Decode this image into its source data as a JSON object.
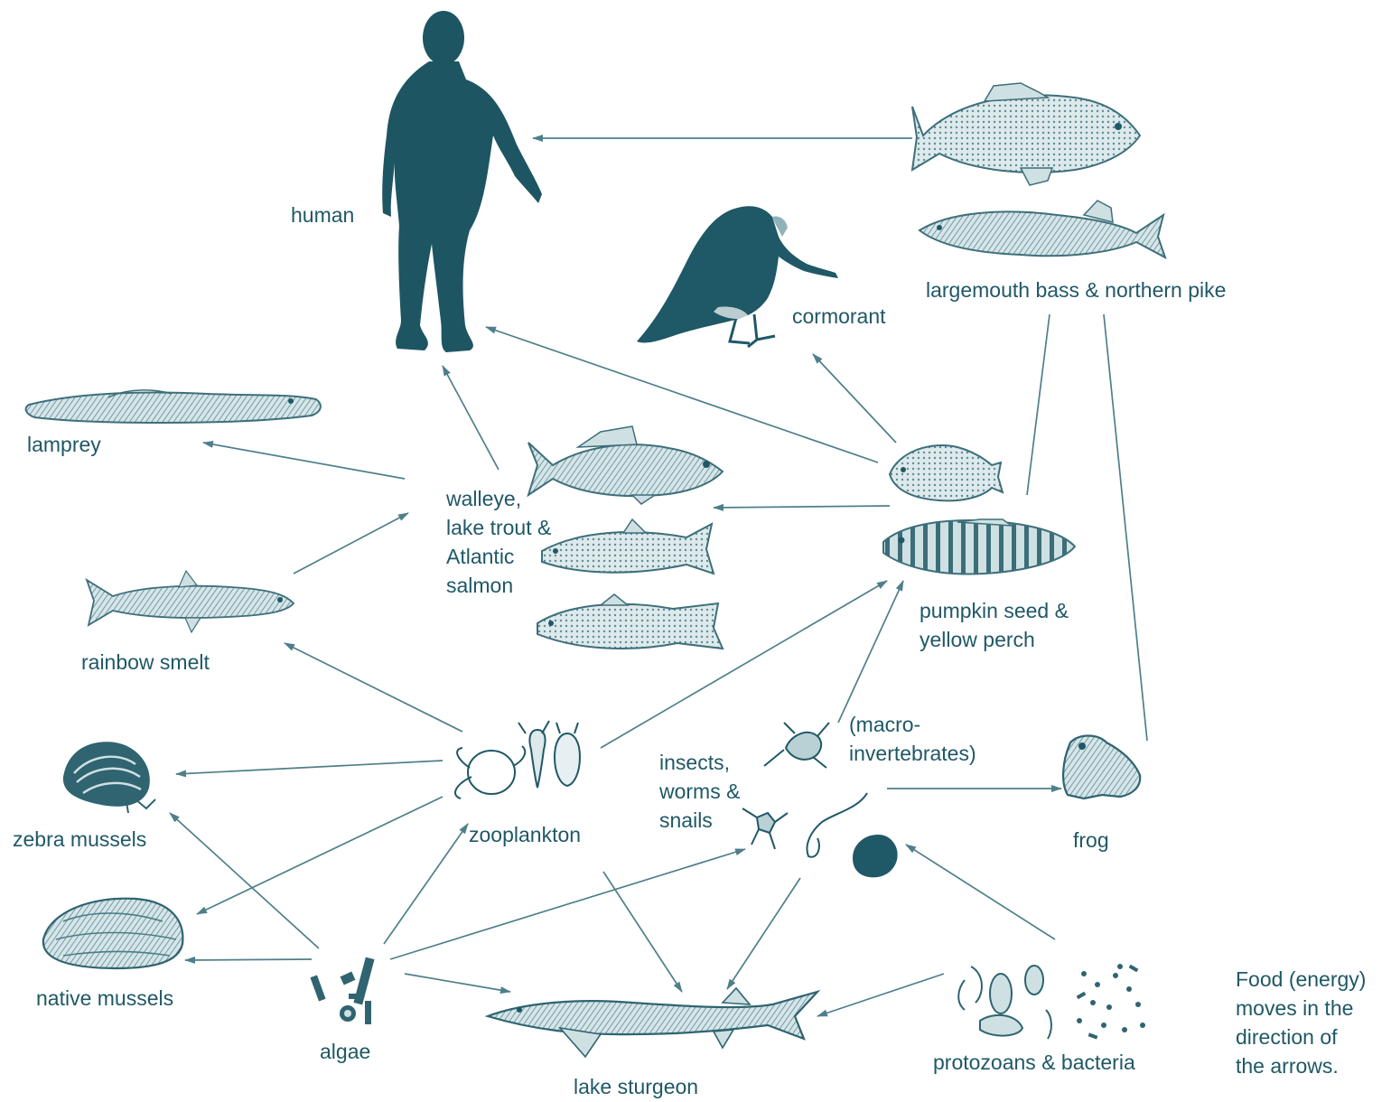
{
  "colors": {
    "ink": "#1f5866",
    "silhouette": "#1d5563",
    "arrow": "#4e7f8a",
    "fish_fill": "#c9dcdf",
    "fish_stroke": "#3d6f7a"
  },
  "labels": {
    "human": "human",
    "cormorant": "cormorant",
    "bass_pike": "largemouth bass & northern pike",
    "lamprey": "lamprey",
    "walleye": [
      "walleye,",
      "lake trout &",
      "Atlantic",
      "salmon"
    ],
    "smelt": "rainbow smelt",
    "pumpkinseed": [
      "pumpkin seed &",
      "yellow perch"
    ],
    "zebra": "zebra mussels",
    "zooplankton": "zooplankton",
    "insects": [
      "insects,",
      "worms &",
      "snails"
    ],
    "macro": [
      "(macro-",
      "invertebrates)"
    ],
    "frog": "frog",
    "native": "native mussels",
    "algae": "algae",
    "sturgeon": "lake sturgeon",
    "protozoa": "protozoans & bacteria",
    "note": [
      "Food (energy)",
      "moves in the",
      "direction of",
      "the arrows."
    ]
  },
  "icons": {
    "human": "human-silhouette-icon",
    "cormorant": "cormorant-bird-icon",
    "bass": "largemouth-bass-fish-icon",
    "pike": "northern-pike-fish-icon",
    "lamprey": "lamprey-icon",
    "walleye": "walleye-fish-icon",
    "trout": "lake-trout-fish-icon",
    "salmon": "atlantic-salmon-fish-icon",
    "smelt": "rainbow-smelt-fish-icon",
    "pumpkinseed": "pumpkinseed-fish-icon",
    "perch": "yellow-perch-fish-icon",
    "zebra": "zebra-mussel-icon",
    "zooplankton": "zooplankton-icon",
    "insects": "insect-worm-snail-icon",
    "frog": "frog-icon",
    "native": "native-mussel-icon",
    "algae": "algae-icon",
    "sturgeon": "lake-sturgeon-fish-icon",
    "protozoa": "protozoa-bacteria-icon"
  },
  "edges": [
    {
      "from": "largemouth bass & northern pike",
      "to": "human"
    },
    {
      "from": "walleye, lake trout & Atlantic salmon",
      "to": "human"
    },
    {
      "from": "pumpkin seed & yellow perch",
      "to": "human"
    },
    {
      "from": "pumpkin seed & yellow perch",
      "to": "cormorant"
    },
    {
      "from": "pumpkin seed & yellow perch",
      "to": "largemouth bass & northern pike"
    },
    {
      "from": "pumpkin seed & yellow perch",
      "to": "walleye, lake trout & Atlantic salmon"
    },
    {
      "from": "frog",
      "to": "largemouth bass & northern pike"
    },
    {
      "from": "walleye, lake trout & Atlantic salmon",
      "to": "lamprey"
    },
    {
      "from": "rainbow smelt",
      "to": "walleye, lake trout & Atlantic salmon"
    },
    {
      "from": "zooplankton",
      "to": "rainbow smelt"
    },
    {
      "from": "zooplankton",
      "to": "zebra mussels"
    },
    {
      "from": "zooplankton",
      "to": "native mussels"
    },
    {
      "from": "zooplankton",
      "to": "pumpkin seed & yellow perch"
    },
    {
      "from": "zooplankton",
      "to": "lake sturgeon"
    },
    {
      "from": "algae",
      "to": "zebra mussels"
    },
    {
      "from": "algae",
      "to": "native mussels"
    },
    {
      "from": "algae",
      "to": "zooplankton"
    },
    {
      "from": "algae",
      "to": "insects, worms & snails"
    },
    {
      "from": "algae",
      "to": "lake sturgeon"
    },
    {
      "from": "insects, worms & snails",
      "to": "pumpkin seed & yellow perch"
    },
    {
      "from": "insects, worms & snails",
      "to": "frog"
    },
    {
      "from": "insects, worms & snails",
      "to": "lake sturgeon"
    },
    {
      "from": "protozoans & bacteria",
      "to": "insects, worms & snails"
    },
    {
      "from": "protozoans & bacteria",
      "to": "lake sturgeon"
    }
  ]
}
